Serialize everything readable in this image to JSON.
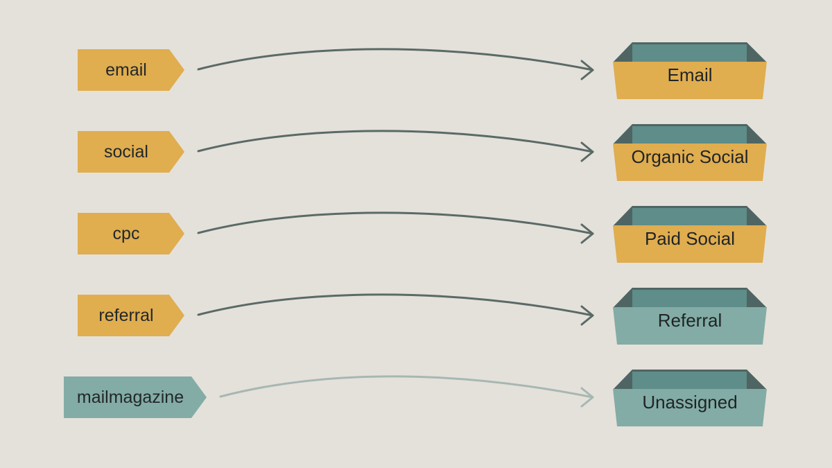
{
  "colors": {
    "background": "#e4e1da",
    "mustard": "#e0ad4f",
    "teal": "#83aca6",
    "teal_dark": "#5f8d89",
    "box_rim": "#4f6563",
    "arrow": "#5a6a67",
    "arrow_faint": "#a7b7b3"
  },
  "mappings": [
    {
      "source": "email",
      "destination": "Email",
      "source_color": "mustard",
      "destination_color": "mustard",
      "arrow_style": "solid"
    },
    {
      "source": "social",
      "destination": "Organic Social",
      "source_color": "mustard",
      "destination_color": "mustard",
      "arrow_style": "solid"
    },
    {
      "source": "cpc",
      "destination": "Paid Social",
      "source_color": "mustard",
      "destination_color": "mustard",
      "arrow_style": "solid"
    },
    {
      "source": "referral",
      "destination": "Referral",
      "source_color": "mustard",
      "destination_color": "teal",
      "arrow_style": "solid"
    },
    {
      "source": "mailmagazine",
      "destination": "Unassigned",
      "source_color": "teal",
      "destination_color": "teal",
      "arrow_style": "faint"
    }
  ]
}
